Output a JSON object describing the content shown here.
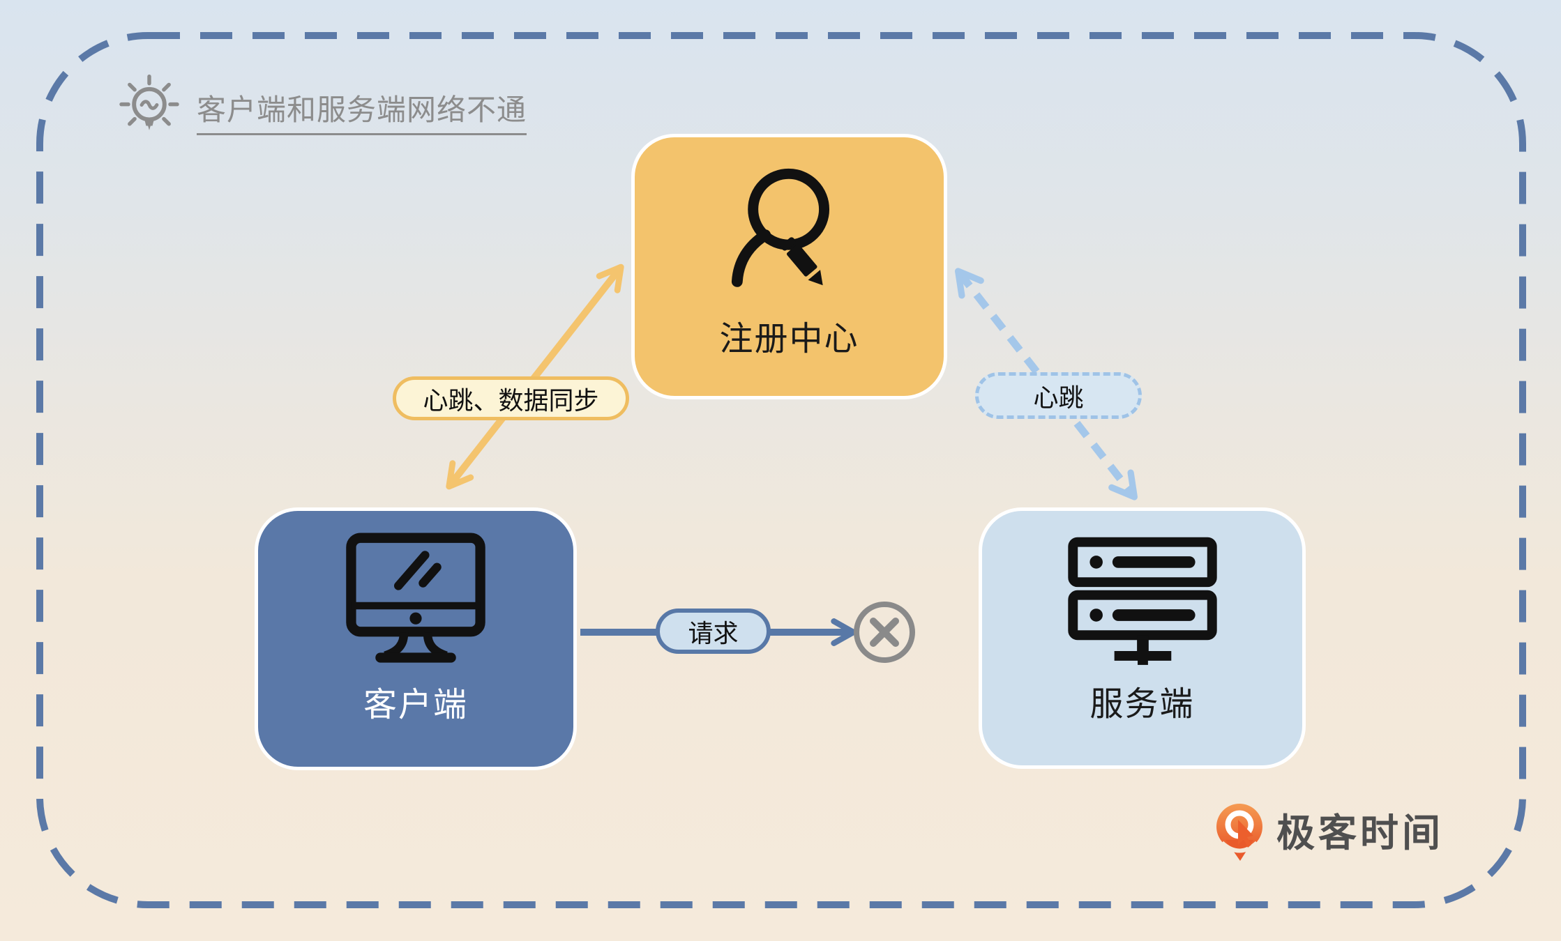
{
  "callout": {
    "icon": "lightbulb-icon",
    "label": "客户端和服务端网络不通"
  },
  "nodes": {
    "registry": {
      "label": "注册中心",
      "icon": "user-edit-icon",
      "fill": "#F3C36C"
    },
    "client": {
      "label": "客户端",
      "icon": "monitor-icon",
      "fill": "#5A78A8"
    },
    "server": {
      "label": "服务端",
      "icon": "server-rack-icon",
      "fill": "#CEDFED"
    }
  },
  "edges": {
    "client_registry": {
      "label": "心跳、数据同步",
      "style": "solid",
      "direction": "bidirectional",
      "color": "#F4C46E"
    },
    "registry_server": {
      "label": "心跳",
      "style": "dashed",
      "direction": "bidirectional",
      "color": "#A4C7EA"
    },
    "client_server": {
      "label": "请求",
      "style": "solid",
      "direction": "forward",
      "status": "blocked",
      "status_icon": "blocked-x-icon",
      "color": "#5878A7"
    }
  },
  "brand": {
    "label": "极客时间",
    "icon": "geektime-logo-icon"
  },
  "colors": {
    "boundary_dash": "#5B79A7",
    "callout_gray": "#8C8C8C",
    "blocked_gray": "#8A8A8A",
    "bg_top": "#D9E4EF",
    "bg_bottom": "#F5EADB",
    "pill_sync_bg": "#FCF4D6",
    "pill_sync_border": "#EFBD60",
    "pill_heartbeat_bg": "#D7E6F2",
    "pill_heartbeat_border": "#9FC3E7",
    "pill_request_bg": "#CFE0EE"
  }
}
